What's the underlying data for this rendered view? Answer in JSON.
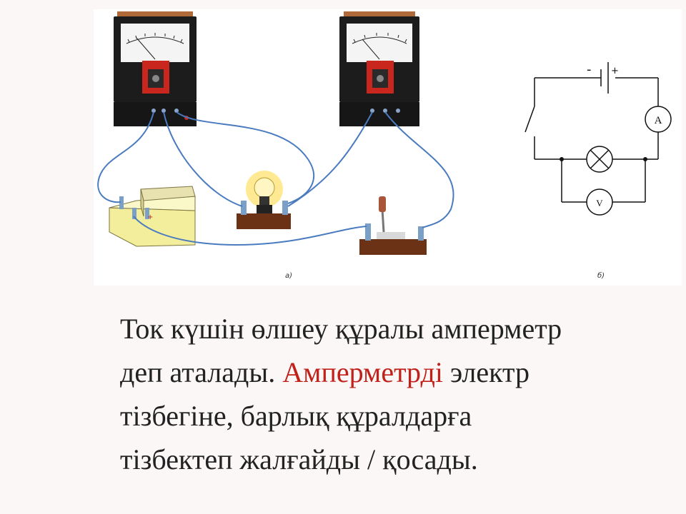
{
  "figure": {
    "label_a": "а)",
    "label_b": "б)",
    "schematic": {
      "ammeter_symbol": "A",
      "voltmeter_symbol": "V",
      "minus_sign": "-",
      "plus_sign": "+"
    },
    "icons": [
      "ammeter-device-icon",
      "voltmeter-device-icon",
      "power-source-icon",
      "lamp-icon",
      "switch-icon"
    ],
    "colors": {
      "wire": "#4a7bbf",
      "meter_body": "#1e1e1e",
      "lamp_glow": "#ffd84a",
      "source_body": "#f5ef9a"
    }
  },
  "text": {
    "line1": "Ток күшін өлшеу құралы амперметр",
    "line2_part1": "деп аталады. ",
    "line2_highlight": "Амперметрді",
    "line2_part2": " электр",
    "line3": "тізбегіне, барлық құралдарға",
    "line4": "тізбектеп жалғайды / қосады.",
    "highlight_color": "#c0211a"
  }
}
